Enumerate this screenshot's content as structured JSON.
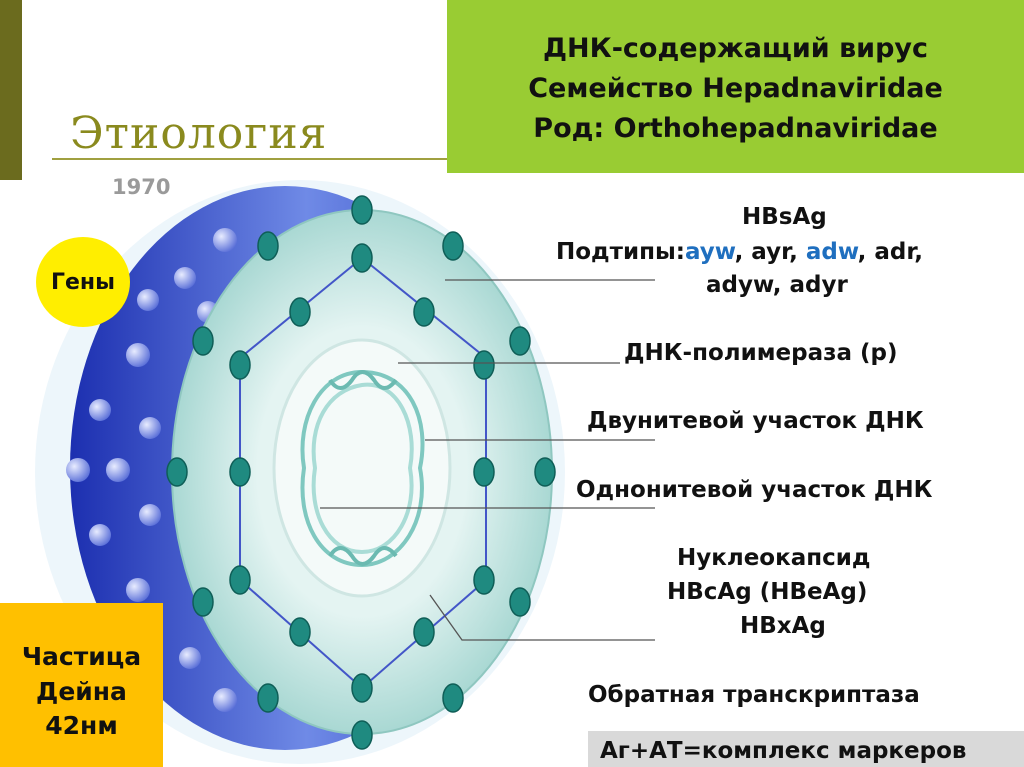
{
  "title": "Этиология",
  "year": "1970",
  "virus_info": {
    "line1": "ДНК-содержащий вирус",
    "line2": "Семейство  Hepadnaviridae",
    "line3": "Род: Orthohepadnaviridae"
  },
  "genes_label": "Гены",
  "particle": {
    "line1": "Частица",
    "line2": "Дейна",
    "line3": "42нм"
  },
  "labels": {
    "hbsag": "HBsAg",
    "subtypes_prefix": "Подтипы:",
    "subtype_ayw": "ayw",
    "subtype_sep1": ", ayr, ",
    "subtype_adw": "adw",
    "subtype_sep2": ", adr,",
    "subtypes_line2": "adyw, adyr",
    "dna_polymerase": "ДНК-полимераза (р)",
    "double_strand": "Двунитевой участок ДНК",
    "single_strand": "Однонитевой участок ДНК",
    "nucleocapsid": "Нуклеокапсид",
    "hbcag": "HBcAg (HBeAg)",
    "hbxag": "HBxAg",
    "reverse_transcriptase": "Обратная транскриптаза"
  },
  "marker_note": "Аг+АТ=комплекс маркеров",
  "colors": {
    "accent_green": "#99cc33",
    "genes_yellow": "#ffee00",
    "particle_orange": "#ffc000",
    "subtype_blue": "#1f6fbf",
    "envelope_blue": "#3355cc",
    "capsid_teal": "#b8e0dc",
    "protein_teal": "#1f8a80"
  }
}
